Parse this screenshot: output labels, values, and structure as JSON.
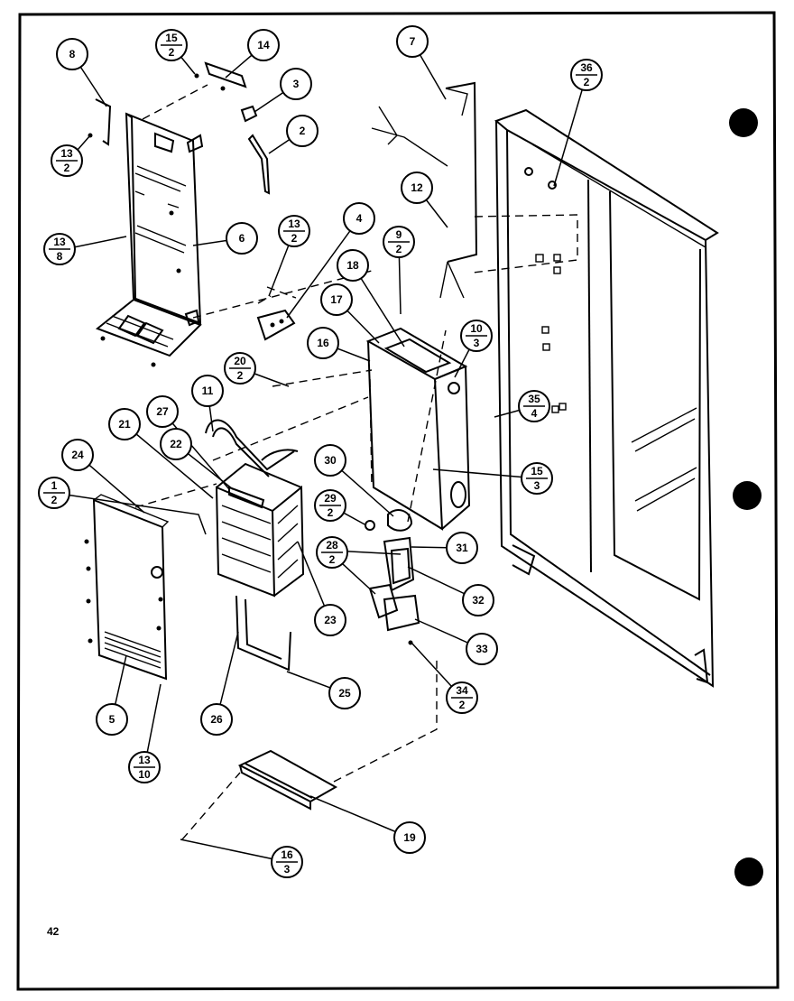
{
  "page_number": "42",
  "callouts": {
    "c8": {
      "label": "8"
    },
    "c15_2": {
      "top": "15",
      "bottom": "2"
    },
    "c14": {
      "label": "14"
    },
    "c3": {
      "label": "3"
    },
    "c2": {
      "label": "2"
    },
    "c7": {
      "label": "7"
    },
    "c36_2": {
      "top": "36",
      "bottom": "2"
    },
    "c13_2a": {
      "top": "13",
      "bottom": "2"
    },
    "c13_8": {
      "top": "13",
      "bottom": "8"
    },
    "c6": {
      "label": "6"
    },
    "c12": {
      "label": "12"
    },
    "c4": {
      "label": "4"
    },
    "c13_2b": {
      "top": "13",
      "bottom": "2"
    },
    "c9_2": {
      "top": "9",
      "bottom": "2"
    },
    "c18": {
      "label": "18"
    },
    "c17": {
      "label": "17"
    },
    "c16": {
      "label": "16"
    },
    "c10_3": {
      "top": "10",
      "bottom": "3"
    },
    "c20_2": {
      "top": "20",
      "bottom": "2"
    },
    "c11": {
      "label": "11"
    },
    "c27": {
      "label": "27"
    },
    "c21": {
      "label": "21"
    },
    "c22": {
      "label": "22"
    },
    "c35_4": {
      "top": "35",
      "bottom": "4"
    },
    "c24": {
      "label": "24"
    },
    "c30": {
      "label": "30"
    },
    "c15_3": {
      "top": "15",
      "bottom": "3"
    },
    "c1_2": {
      "top": "1",
      "bottom": "2"
    },
    "c29_2": {
      "top": "29",
      "bottom": "2"
    },
    "c28_2": {
      "top": "28",
      "bottom": "2"
    },
    "c31": {
      "label": "31"
    },
    "c32": {
      "label": "32"
    },
    "c23": {
      "label": "23"
    },
    "c33": {
      "label": "33"
    },
    "c25": {
      "label": "25"
    },
    "c34_2": {
      "top": "34",
      "bottom": "2"
    },
    "c5": {
      "label": "5"
    },
    "c26": {
      "label": "26"
    },
    "c13_10": {
      "top": "13",
      "bottom": "10"
    },
    "c19": {
      "label": "19"
    },
    "c16_3": {
      "top": "16",
      "bottom": "3"
    }
  }
}
